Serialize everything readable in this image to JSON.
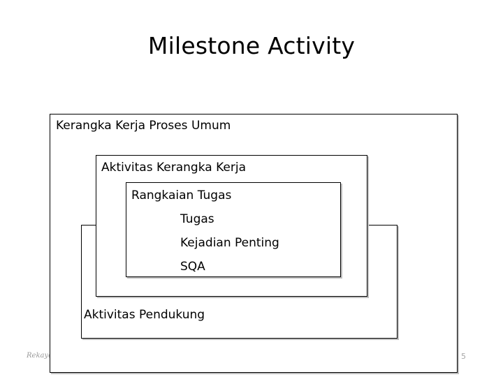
{
  "slide": {
    "title": "Milestone Activity",
    "page_number": "5",
    "footer_text": "Rekayasa Perangkat Lunak",
    "colors": {
      "background": "#ffffff",
      "text": "#000000",
      "box_border": "#000000",
      "box_shadow": "#bfbfbf",
      "footer": "#9a9a9a",
      "page_number": "#a6a6a6"
    }
  },
  "diagram": {
    "boxes": [
      {
        "id": "umum",
        "label": "Kerangka Kerja Proses Umum",
        "level": 1
      },
      {
        "id": "pendukung",
        "label": "Aktivitas Pendukung",
        "level": 2
      },
      {
        "id": "aktivitas",
        "label": "Aktivitas Kerangka Kerja",
        "level": 2
      },
      {
        "id": "rangkaian",
        "label": "Rangkaian Tugas",
        "level": 3
      }
    ],
    "task_items": [
      {
        "label": "Tugas"
      },
      {
        "label": "Kejadian Penting"
      },
      {
        "label": "SQA"
      }
    ]
  }
}
